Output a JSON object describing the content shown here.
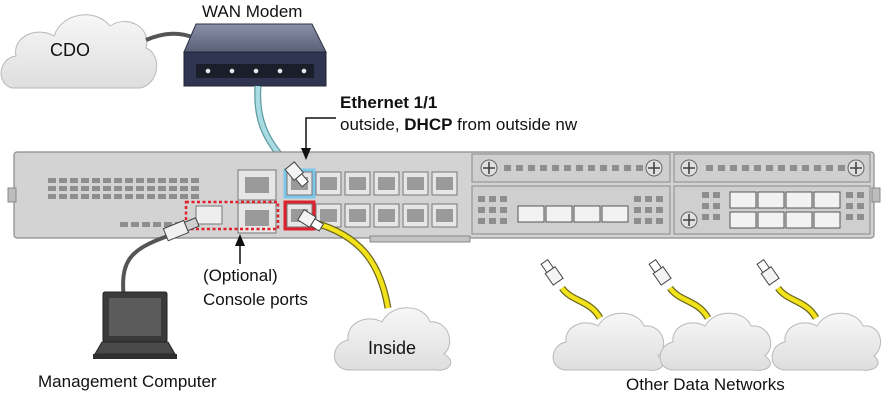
{
  "labels": {
    "cdo": "CDO",
    "wan_modem": "WAN Modem",
    "eth_title": "Ethernet 1/1",
    "eth_desc_1": "outside, ",
    "eth_desc_bold": "DHCP",
    "eth_desc_2": " from outside nw",
    "optional": "(Optional)",
    "console_ports": "Console ports",
    "inside": "Inside",
    "management_computer": "Management Computer",
    "other_networks": "Other Data Networks"
  },
  "colors": {
    "cloud_fill": "#ececec",
    "chassis": "#d2d2d2",
    "modem": "#3f4660",
    "outside_cable": "#9fd6dc",
    "data_cable": "#f2e21a",
    "highlight_red": "#e0202a",
    "highlight_blue": "#7cc8ea"
  }
}
